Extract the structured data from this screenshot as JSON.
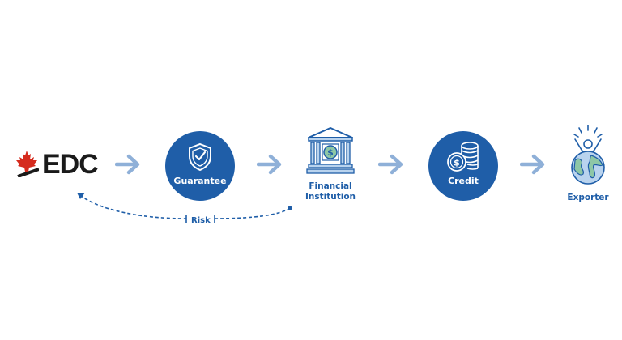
{
  "logo": {
    "text": "EDC",
    "icon": "maple-leaf-icon",
    "leaf_color": "#d52b1e"
  },
  "steps": [
    {
      "label": "Guarantee",
      "icon": "shield-check-icon"
    },
    {
      "label_line1": "Financial",
      "label_line2": "Institution",
      "icon": "bank-building-icon"
    },
    {
      "label": "Credit",
      "icon": "coins-stack-icon"
    },
    {
      "label": "Exporter",
      "icon": "globe-person-icon"
    }
  ],
  "risk": {
    "label": "Risk"
  },
  "colors": {
    "primary_blue": "#1f5ea8",
    "arrow_blue": "#8fb0d8",
    "light_blue": "#b9d3ee",
    "green": "#8ec7a6"
  }
}
